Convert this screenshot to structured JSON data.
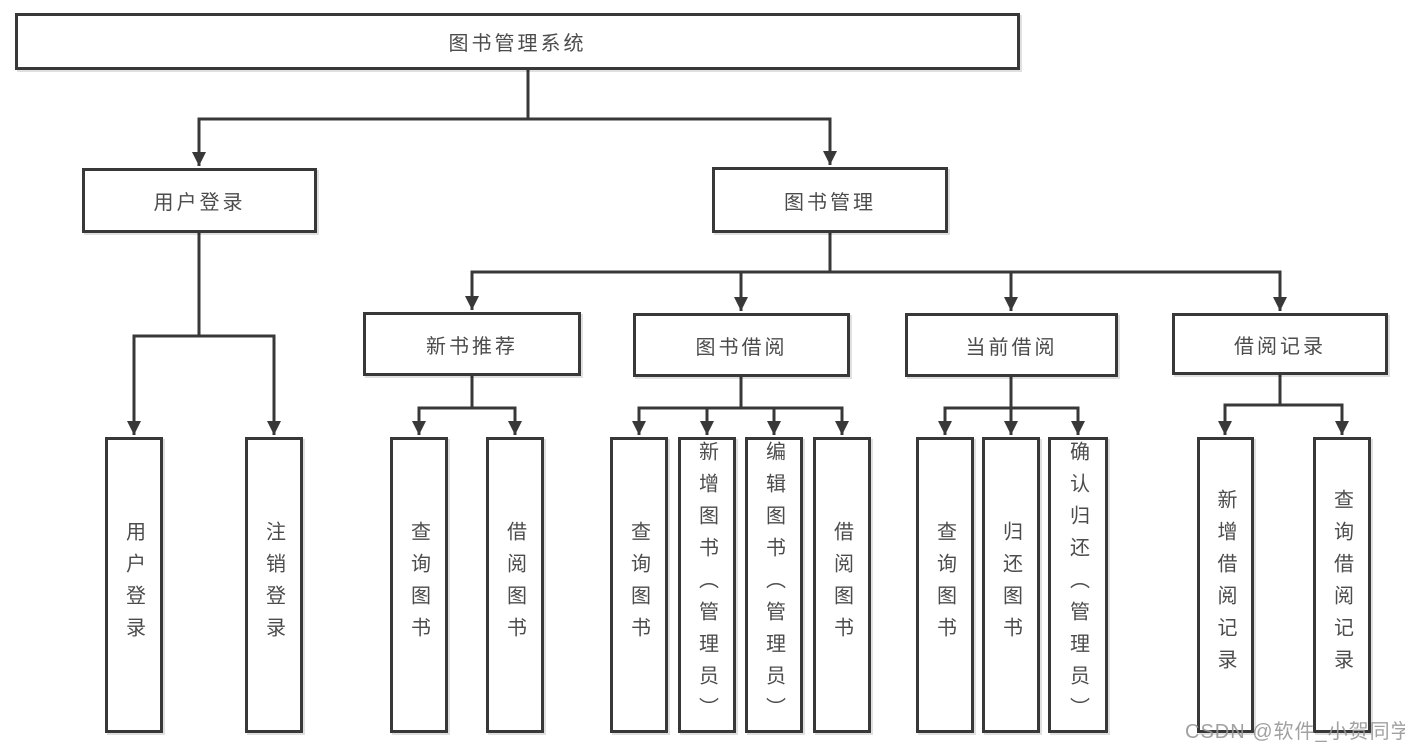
{
  "diagram": {
    "type": "hierarchy-tree",
    "title": "图书管理系统",
    "tree": {
      "label": "图书管理系统",
      "children": [
        {
          "label": "用户登录",
          "children": [
            {
              "label": "用户登录"
            },
            {
              "label": "注销登录"
            }
          ]
        },
        {
          "label": "图书管理",
          "children": [
            {
              "label": "新书推荐",
              "children": [
                {
                  "label": "查询图书"
                },
                {
                  "label": "借阅图书"
                }
              ]
            },
            {
              "label": "图书借阅",
              "children": [
                {
                  "label": "查询图书"
                },
                {
                  "label": "新增图书（管理员）"
                },
                {
                  "label": "编辑图书（管理员）"
                },
                {
                  "label": "借阅图书"
                }
              ]
            },
            {
              "label": "当前借阅",
              "children": [
                {
                  "label": "查询图书"
                },
                {
                  "label": "归还图书"
                },
                {
                  "label": "确认归还（管理员）"
                }
              ]
            },
            {
              "label": "借阅记录",
              "children": [
                {
                  "label": "新增借阅记录"
                },
                {
                  "label": "查询借阅记录"
                }
              ]
            }
          ]
        }
      ]
    },
    "colors": {
      "line": "#383838",
      "box_border": "#383838",
      "box_fill": "#ffffff",
      "text": "#4c4c4c",
      "background": "#ffffff",
      "watermark": "#979797"
    }
  },
  "watermark": {
    "text": "CSDN @软件_小贺同学"
  }
}
